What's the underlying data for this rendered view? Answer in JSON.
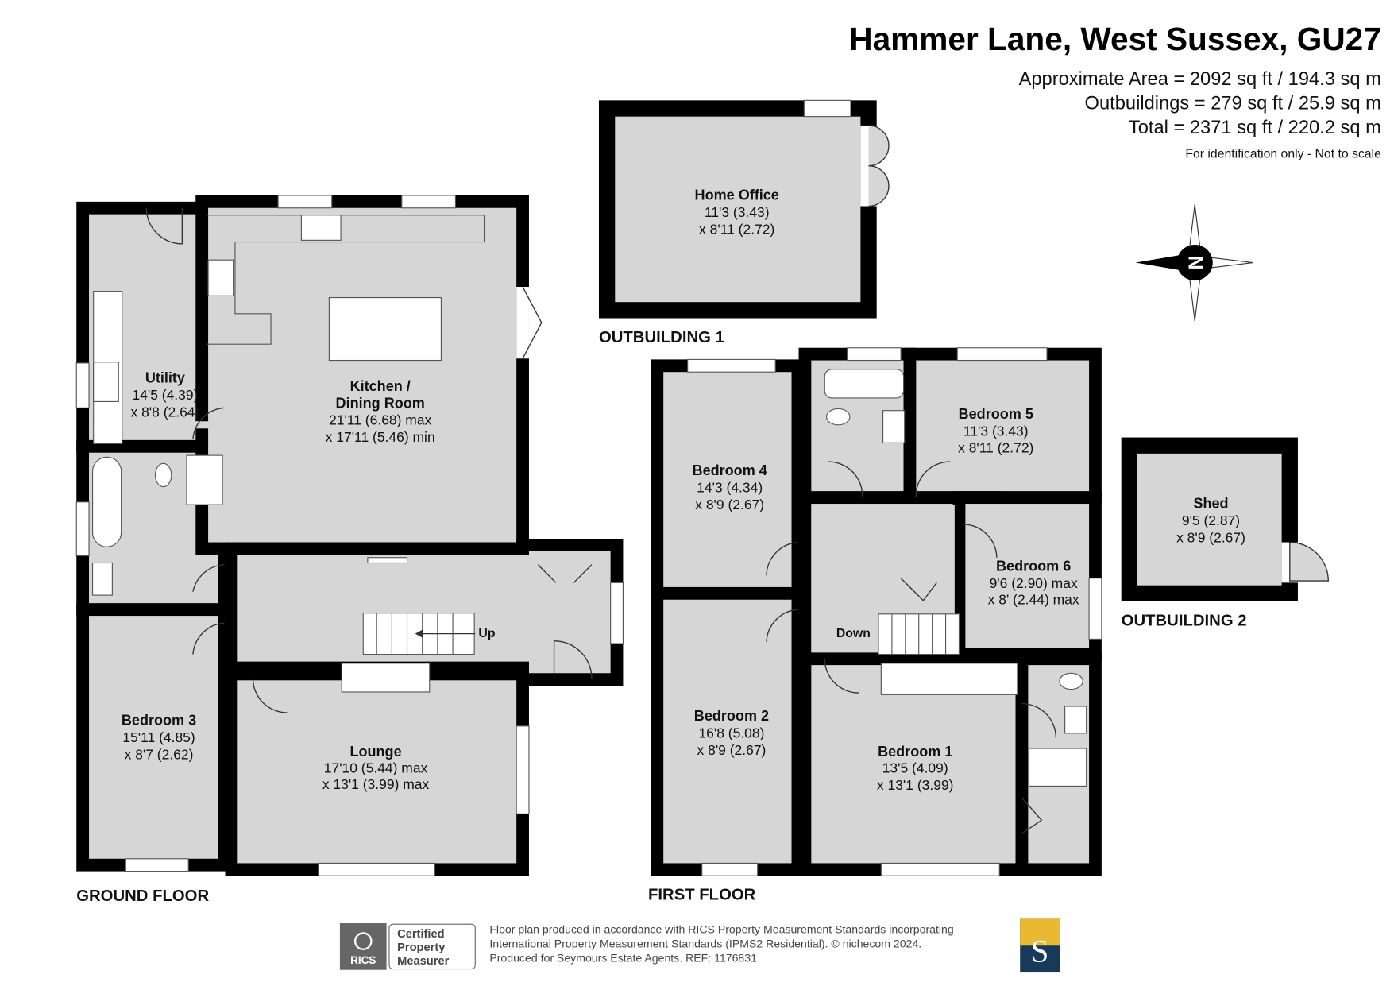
{
  "header": {
    "title": "Hammer Lane, West Sussex, GU27",
    "approx_area": "Approximate Area = 2092 sq ft / 194.3 sq m",
    "outbuildings_area": "Outbuildings = 279 sq ft / 25.9 sq m",
    "total_area": "Total = 2371 sq ft / 220.2 sq m",
    "disclaimer": "For identification only - Not to scale"
  },
  "compass": {
    "label": "N"
  },
  "floors": {
    "ground": "GROUND FLOOR",
    "first": "FIRST FLOOR",
    "outbuilding1": "OUTBUILDING 1",
    "outbuilding2": "OUTBUILDING 2"
  },
  "rooms": {
    "utility": {
      "name": "Utility",
      "dim1": "14'5 (4.39)",
      "dim2": "x 8'8 (2.64)"
    },
    "kitchen": {
      "name1": "Kitchen /",
      "name2": "Dining Room",
      "dim1": "21'11 (6.68) max",
      "dim2": "x 17'11 (5.46) min"
    },
    "bedroom3": {
      "name": "Bedroom 3",
      "dim1": "15'11 (4.85)",
      "dim2": "x 8'7 (2.62)"
    },
    "lounge": {
      "name": "Lounge",
      "dim1": "17'10 (5.44) max",
      "dim2": "x 13'1 (3.99) max"
    },
    "home_office": {
      "name": "Home Office",
      "dim1": "11'3 (3.43)",
      "dim2": "x 8'11 (2.72)"
    },
    "bedroom4": {
      "name": "Bedroom 4",
      "dim1": "14'3 (4.34)",
      "dim2": "x 8'9 (2.67)"
    },
    "bedroom2": {
      "name": "Bedroom 2",
      "dim1": "16'8 (5.08)",
      "dim2": "x 8'9 (2.67)"
    },
    "bedroom5": {
      "name": "Bedroom 5",
      "dim1": "11'3 (3.43)",
      "dim2": "x 8'11 (2.72)"
    },
    "bedroom6": {
      "name": "Bedroom 6",
      "dim1": "9'6 (2.90) max",
      "dim2": "x 8' (2.44) max"
    },
    "bedroom1": {
      "name": "Bedroom 1",
      "dim1": "13'5 (4.09)",
      "dim2": "x 13'1 (3.99)"
    },
    "shed": {
      "name": "Shed",
      "dim1": "9'5 (2.87)",
      "dim2": "x 8'9 (2.67)"
    }
  },
  "stairs": {
    "up": "Up",
    "down": "Down"
  },
  "footer": {
    "rics": "RICS",
    "cert1": "Certified",
    "cert2": "Property",
    "cert3": "Measurer",
    "line1": "Floor plan produced in accordance with RICS Property Measurement Standards incorporating",
    "line2": "International Property Measurement Standards (IPMS2 Residential).   © nichecom 2024.",
    "line3": "Produced for Seymours Estate Agents.   REF:  1176831",
    "agent_logo": "S"
  },
  "colors": {
    "room_fill": "#d6d6d6",
    "wall": "#000000",
    "logo_gold": "#e8b931",
    "logo_navy": "#173a5a"
  }
}
